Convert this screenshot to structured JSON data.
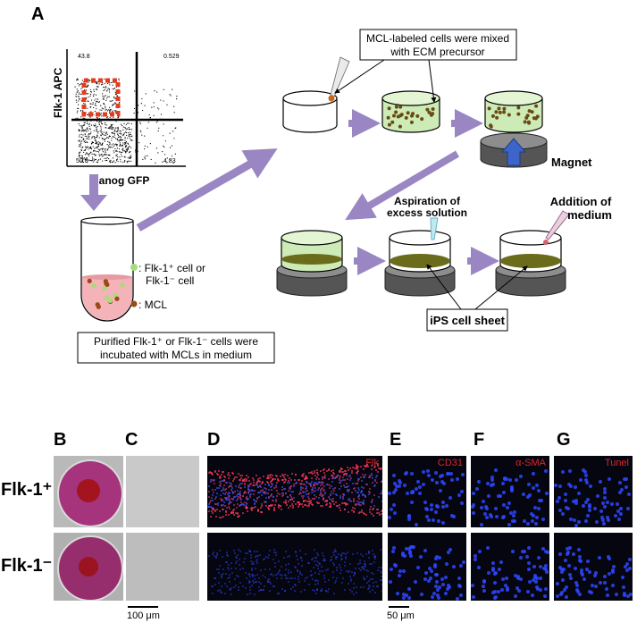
{
  "panels": {
    "A": "A",
    "B": "B",
    "C": "C",
    "D": "D",
    "E": "E",
    "F": "F",
    "G": "G"
  },
  "flow": {
    "y_label": "Flk-1  APC",
    "x_label": "Nanog GFP",
    "q_tl": "43.8",
    "q_tr": "0.529",
    "q_bl": "50.8",
    "q_br": "4.83"
  },
  "tube_legend": {
    "green_line1": ": Flk-1⁺ cell or",
    "green_line2": "Flk-1⁻ cell",
    "brown": ": MCL"
  },
  "boxes": {
    "mix_line1": "MCL-labeled cells were mixed",
    "mix_line2": "with ECM precursor",
    "incubate_line1": "Purified Flk-1⁺ or Flk-1⁻ cells were",
    "incubate_line2": "incubated with MCLs in medium",
    "ips": "iPS cell sheet"
  },
  "labels": {
    "magnet": "Magnet",
    "aspiration_line1": "Aspiration of",
    "aspiration_line2": "excess solution",
    "addition_line1": "Addition of",
    "addition_line2": "medium"
  },
  "rows": {
    "pos": "Flk-1⁺",
    "neg": "Flk-1⁻"
  },
  "stains": {
    "D": "Flk",
    "E": "CD31",
    "F": "α-SMA",
    "G": "Tunel"
  },
  "scale": {
    "c": "100 μm",
    "e": "50 μm"
  },
  "colors": {
    "arrow": "#9a86c2",
    "gel": "#cdebb6",
    "sheet": "#6b6b1c",
    "mcl": "#7a4a12",
    "flk_red": "#e0262b",
    "dapi_blue": "#2a3cff"
  }
}
